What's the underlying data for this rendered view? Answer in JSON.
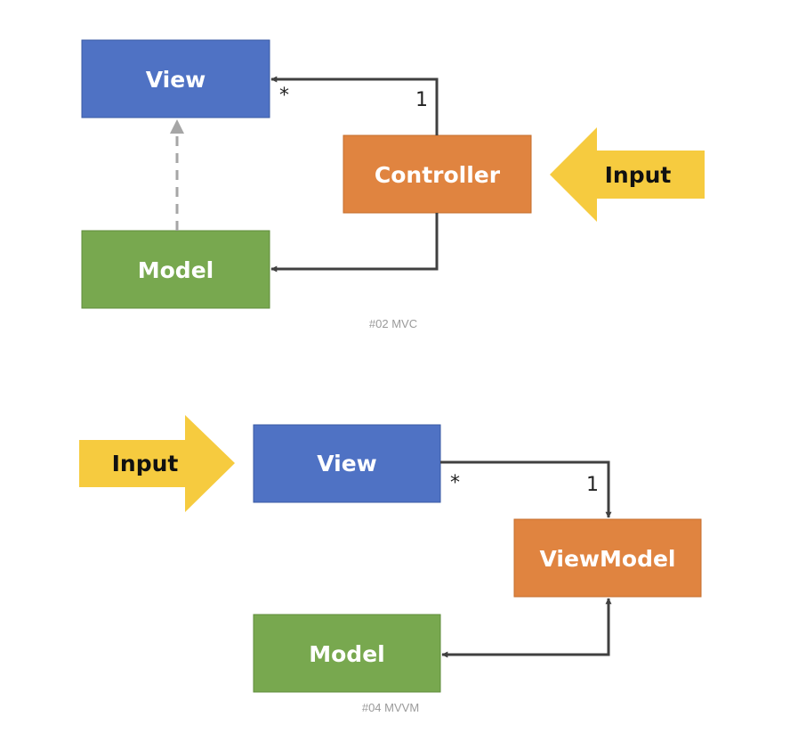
{
  "colors": {
    "view": "#4f72c4",
    "controller": "#e08440",
    "model": "#78a84f",
    "input": "#f6cb3f",
    "connector": "#404040",
    "dashed": "#a6a6a6"
  },
  "mvc": {
    "view_label": "View",
    "controller_label": "Controller",
    "model_label": "Model",
    "input_label": "Input",
    "view_multiplicity": "*",
    "controller_multiplicity": "1",
    "caption": "#02 MVC"
  },
  "mvvm": {
    "view_label": "View",
    "viewmodel_label": "ViewModel",
    "model_label": "Model",
    "input_label": "Input",
    "view_multiplicity": "*",
    "viewmodel_multiplicity": "1",
    "caption": "#04 MVVM"
  }
}
